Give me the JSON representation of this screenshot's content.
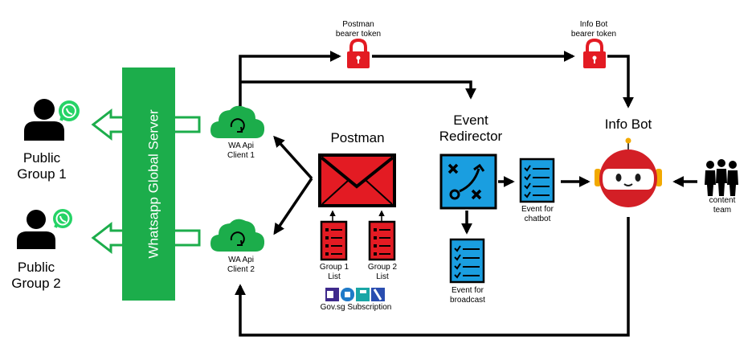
{
  "groups": [
    {
      "label_line1": "Public",
      "label_line2": "Group 1"
    },
    {
      "label_line1": "Public",
      "label_line2": "Group 2"
    }
  ],
  "server": {
    "label": "Whatsapp Global Server"
  },
  "clients": [
    {
      "line1": "WA Api",
      "line2": "Client 1"
    },
    {
      "line1": "WA Api",
      "line2": "Client 2"
    }
  ],
  "postman": {
    "title": "Postman",
    "token_line1": "Postman",
    "token_line2": "bearer token",
    "lists": [
      {
        "line1": "Group 1",
        "line2": "List"
      },
      {
        "line1": "Group 2",
        "line2": "List"
      }
    ],
    "subscription": "Gov.sg Subscription"
  },
  "redirector": {
    "title_line1": "Event",
    "title_line2": "Redirector",
    "chatbot_line1": "Event for",
    "chatbot_line2": "chatbot",
    "broadcast_line1": "Event for",
    "broadcast_line2": "broadcast"
  },
  "infobot": {
    "title": "Info Bot",
    "token_line1": "Info Bot",
    "token_line2": "bearer token"
  },
  "content_team": {
    "line1": "content",
    "line2": "team"
  },
  "colors": {
    "green": "#1cad4b",
    "red": "#e31b23",
    "blue": "#1a9ee0",
    "black": "#000000"
  }
}
